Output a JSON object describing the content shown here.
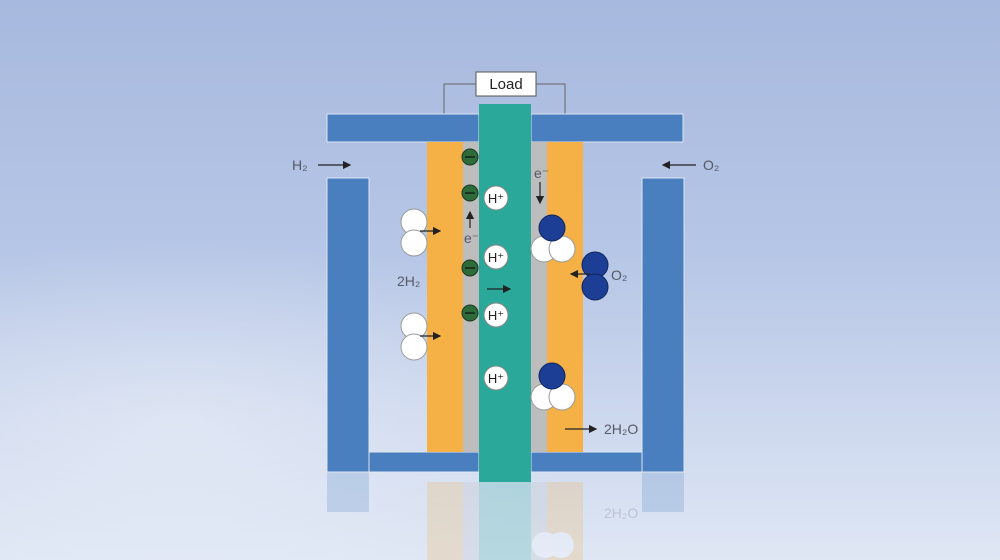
{
  "load_label": "Load",
  "inlet_h2": "H₂",
  "inlet_o2": "O₂",
  "electron_label": "e⁻",
  "proton_label": "H⁺",
  "anode_label": "2H₂",
  "cathode_o2_label": "O₂",
  "product_label": "2H₂O",
  "colors": {
    "plate": "#4a7fbf",
    "electrode": "#f5b145",
    "membrane": "#2aa89a",
    "catalyst": "#bdbdbd",
    "electron": "#2e6b3a",
    "oxygen": "#1c3e94"
  }
}
